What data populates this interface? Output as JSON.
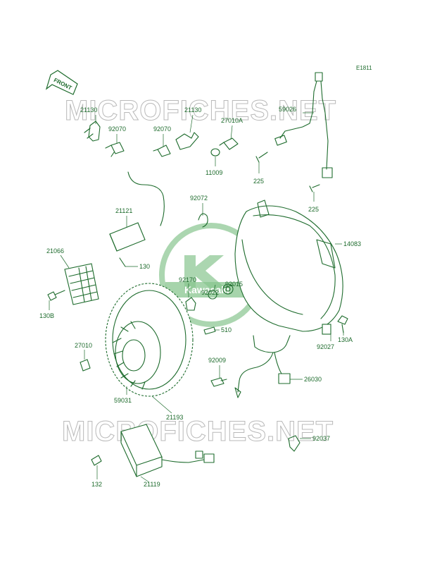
{
  "diagram_code": "E1811",
  "front_label": "FRONT",
  "watermark_text": "MICROFICHES.NET",
  "brand_logo_text": "Kawasaki",
  "colors": {
    "line": "#1d6b2c",
    "watermark": "#b9b9b9",
    "logo": "#88c58f"
  },
  "parts": {
    "p21130a": "21130",
    "p92070a": "92070",
    "p92070b": "92070",
    "p21130b": "21130",
    "p27010A": "27010A",
    "p11009": "11009",
    "p59026": "59026",
    "p225a": "225",
    "p225b": "225",
    "p92072": "92072",
    "p21121": "21121",
    "p14083": "14083",
    "p21066": "21066",
    "p130": "130",
    "p130B": "130B",
    "p92170": "92170",
    "p92015": "92015",
    "p92022": "92022",
    "p510": "510",
    "p130A": "130A",
    "p92027": "92027",
    "p27010": "27010",
    "p92009": "92009",
    "p26030": "26030",
    "p59031": "59031",
    "p21193": "21193",
    "p92037": "92037",
    "p132": "132",
    "p21119": "21119"
  }
}
